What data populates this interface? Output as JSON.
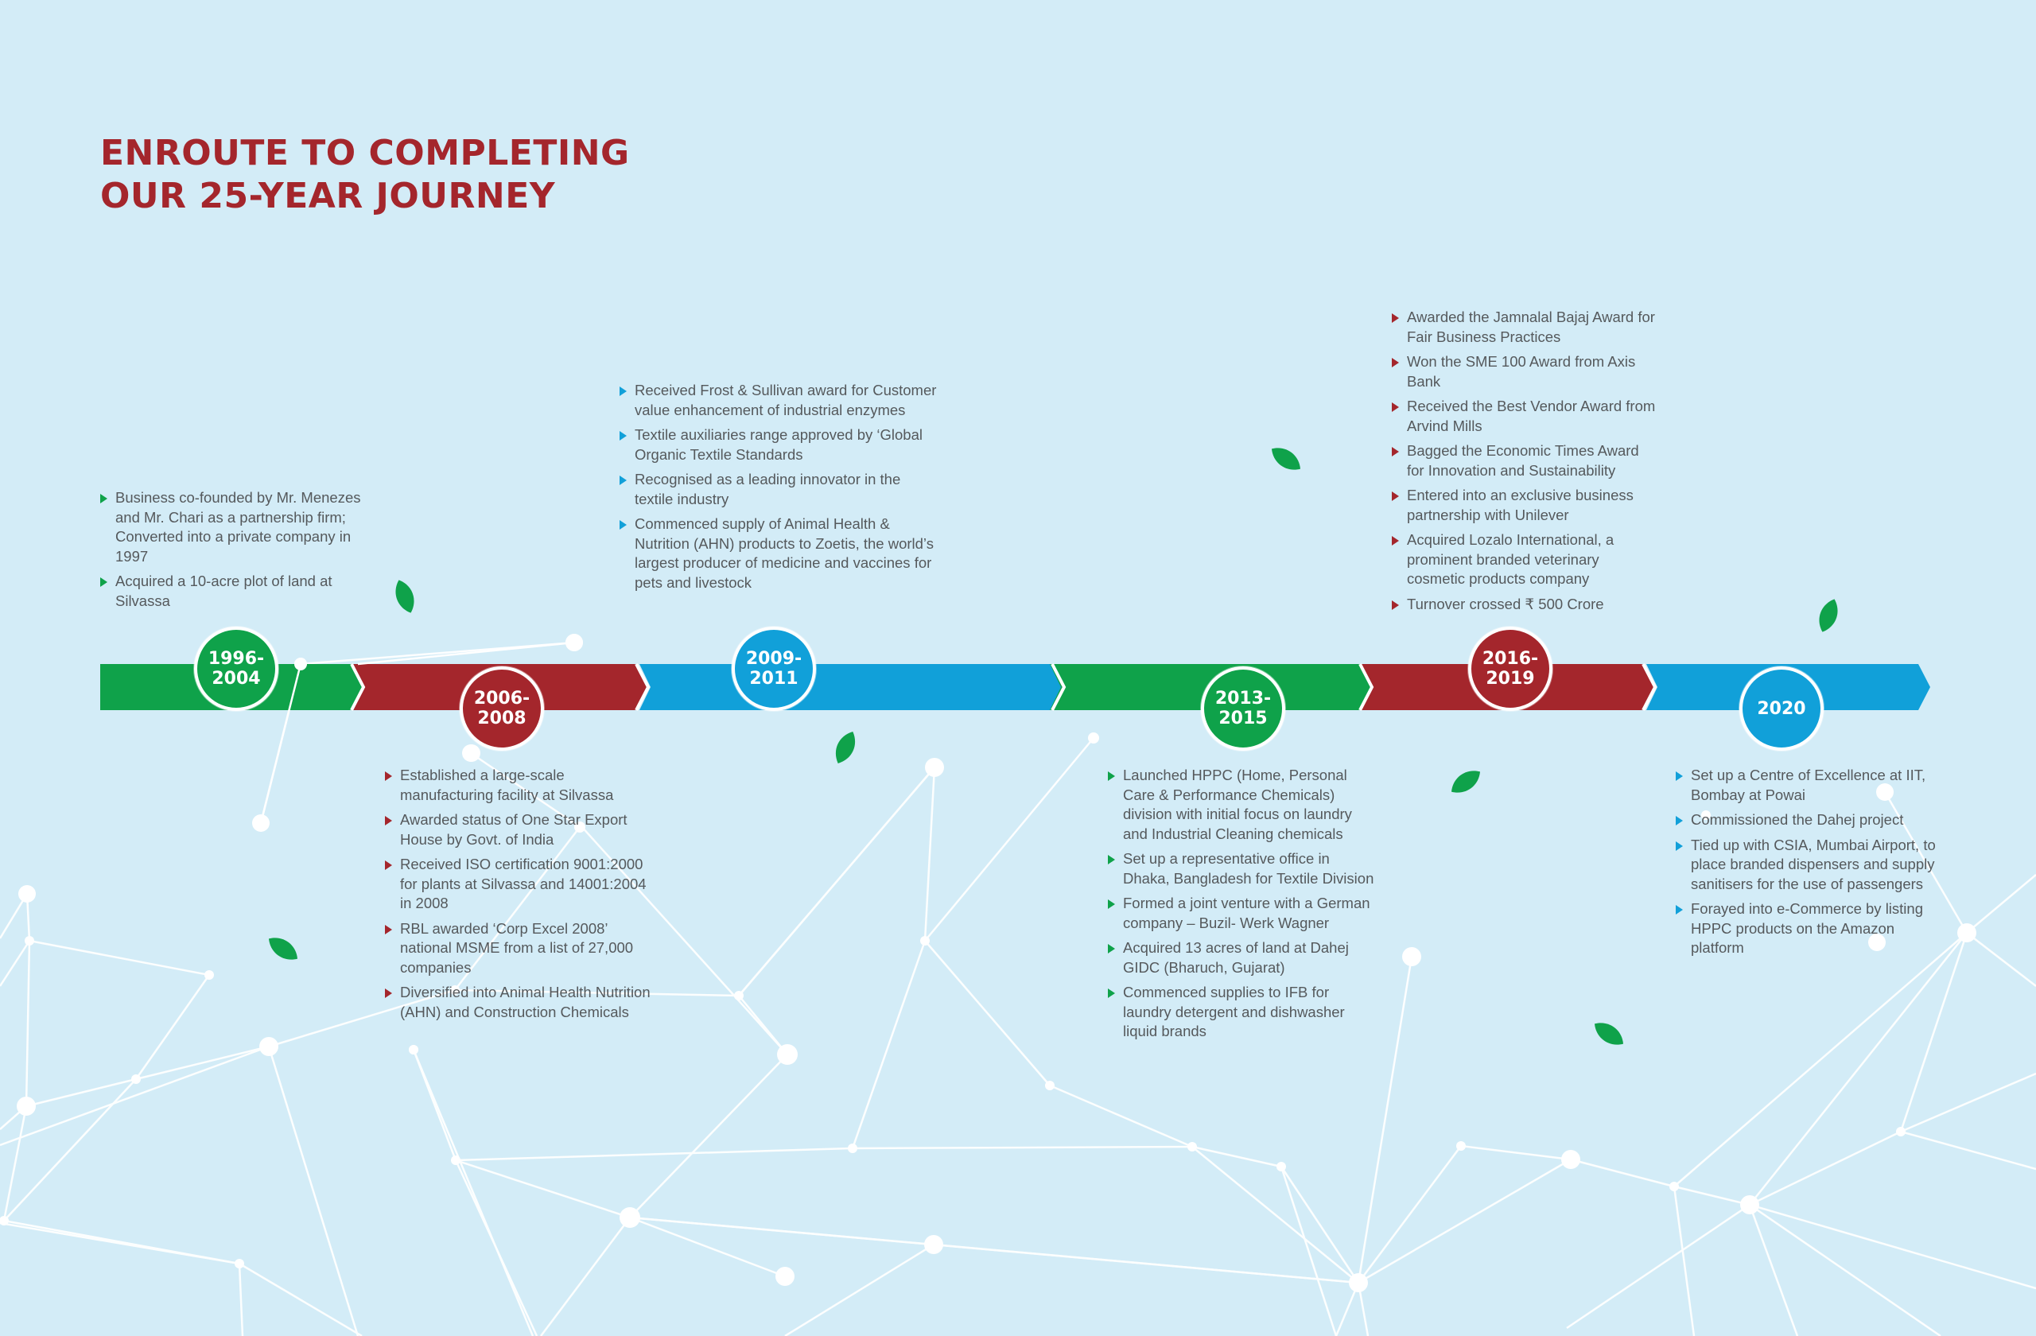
{
  "title": {
    "line1": "ENROUTE TO COMPLETING",
    "line2": "OUR 25-YEAR JOURNEY"
  },
  "colors": {
    "title": "#a4262c",
    "green": "#0fa24a",
    "red": "#a4262c",
    "blue": "#11a0d9",
    "background": "#d3ecf7",
    "text": "#55595c"
  },
  "milestones": [
    {
      "year": "1996-\n2004",
      "color": "green",
      "events": [
        "Business co-founded by Mr. Menezes and Mr. Chari as a partnership firm; Converted into a private company in 1997",
        "Acquired a 10-acre plot of land at Silvassa"
      ]
    },
    {
      "year": "2006-\n2008",
      "color": "red",
      "events": [
        "Established a large-scale manufacturing facility at Silvassa",
        "Awarded status of One Star Export House by Govt. of India",
        "Received ISO certification 9001:2000 for plants at Silvassa and 14001:2004 in 2008",
        "RBL awarded ‘Corp Excel 2008’ national MSME from a list of 27,000 companies",
        "Diversified into Animal Health Nutrition (AHN) and Construction Chemicals"
      ]
    },
    {
      "year": "2009-\n2011",
      "color": "blue",
      "events": [
        "Received Frost & Sullivan award for Customer value enhancement of industrial enzymes",
        "Textile auxiliaries range approved by ‘Global Organic Textile Standards",
        "Recognised as a leading innovator in the textile industry",
        "Commenced supply of Animal Health & Nutrition (AHN) products to Zoetis, the world’s largest producer of medicine and vaccines for pets and livestock"
      ]
    },
    {
      "year": "2013-\n2015",
      "color": "green",
      "events": [
        "Launched HPPC (Home, Personal Care & Performance Chemicals) division with initial focus on laundry and Industrial Cleaning chemicals",
        "Set up a representative office in Dhaka, Bangladesh for Textile Division",
        "Formed a joint venture with a German company – Buzil- Werk Wagner",
        "Acquired 13 acres of land at Dahej GIDC (Bharuch, Gujarat)",
        "Commenced supplies to IFB for laundry detergent and dishwasher liquid brands"
      ]
    },
    {
      "year": "2016-\n2019",
      "color": "red",
      "events": [
        "Awarded the Jamnalal Bajaj Award for Fair Business Practices",
        "Won the SME 100 Award from Axis Bank",
        "Received the Best Vendor Award from Arvind Mills",
        "Bagged the Economic Times Award for Innovation and Sustainability",
        "Entered into an exclusive business partnership with Unilever",
        "Acquired Lozalo International, a prominent branded veterinary cosmetic products company",
        "Turnover crossed ₹ 500 Crore"
      ]
    },
    {
      "year": "2020",
      "color": "blue",
      "events": [
        "Set up a Centre of Excellence at IIT, Bombay at Powai",
        "Commissioned the Dahej project",
        "Tied up with CSIA, Mumbai Airport, to place branded dispensers and supply sanitisers for the use of passengers",
        "Forayed into e-Commerce by listing HPPC products on the Amazon platform"
      ]
    }
  ]
}
